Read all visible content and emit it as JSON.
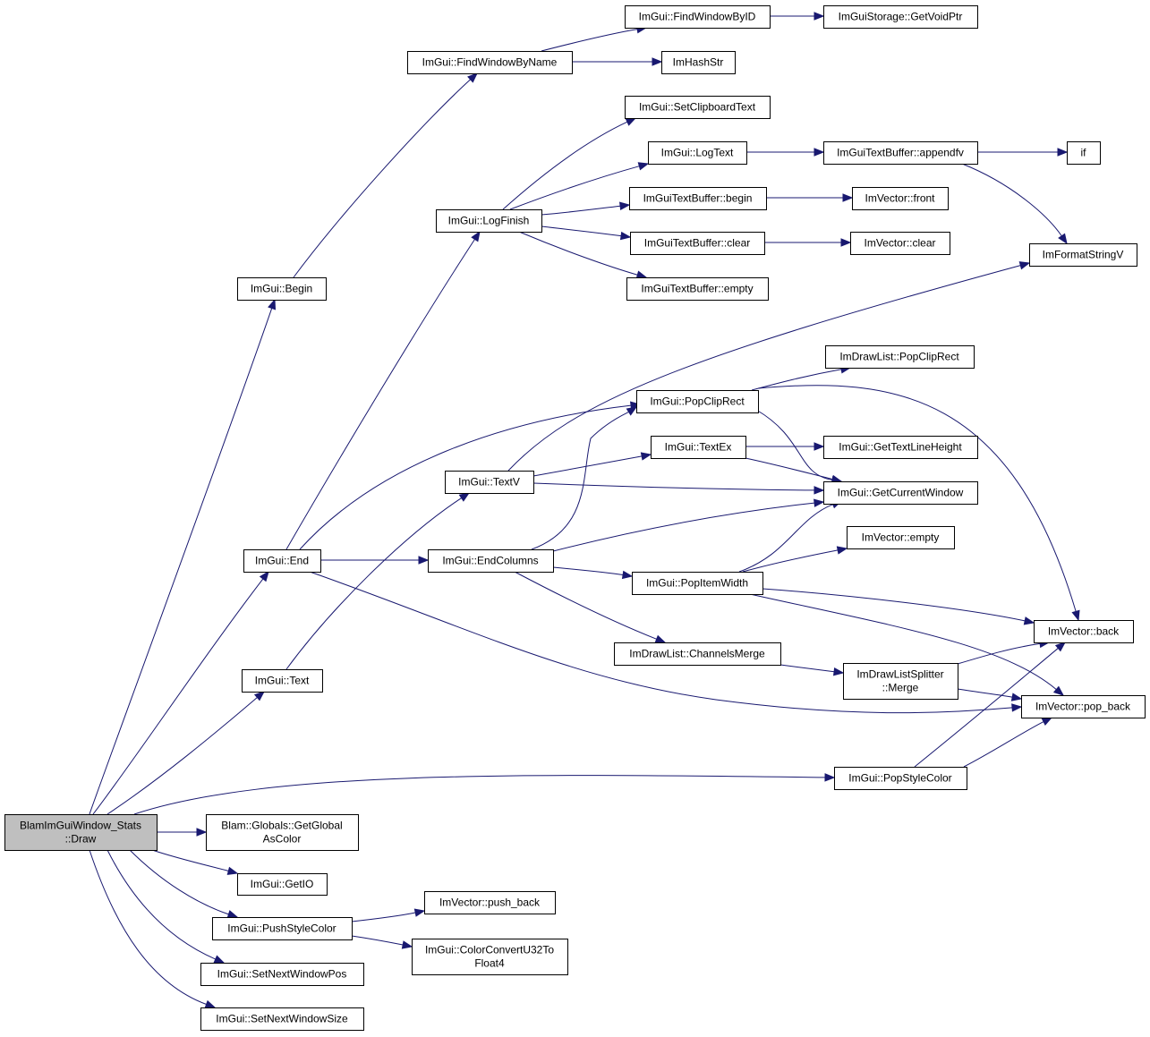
{
  "nodes": [
    {
      "id": "root",
      "lines": [
        "BlamImGuiWindow_Stats",
        "::Draw"
      ],
      "root": true
    },
    {
      "id": "GetGlobalAsColor",
      "lines": [
        "Blam::Globals::GetGlobal",
        "AsColor"
      ]
    },
    {
      "id": "GetIO",
      "lines": [
        "ImGui::GetIO"
      ]
    },
    {
      "id": "PushStyleColor",
      "lines": [
        "ImGui::PushStyleColor"
      ]
    },
    {
      "id": "SetNextWindowPos",
      "lines": [
        "ImGui::SetNextWindowPos"
      ]
    },
    {
      "id": "SetNextWindowSize",
      "lines": [
        "ImGui::SetNextWindowSize"
      ]
    },
    {
      "id": "push_back",
      "lines": [
        "ImVector::push_back"
      ]
    },
    {
      "id": "ColorConvert",
      "lines": [
        "ImGui::ColorConvertU32To",
        "Float4"
      ]
    },
    {
      "id": "Begin",
      "lines": [
        "ImGui::Begin"
      ]
    },
    {
      "id": "End",
      "lines": [
        "ImGui::End"
      ]
    },
    {
      "id": "Text",
      "lines": [
        "ImGui::Text"
      ]
    },
    {
      "id": "FindWindowByName",
      "lines": [
        "ImGui::FindWindowByName"
      ]
    },
    {
      "id": "FindWindowByID",
      "lines": [
        "ImGui::FindWindowByID"
      ]
    },
    {
      "id": "GetVoidPtr",
      "lines": [
        "ImGuiStorage::GetVoidPtr"
      ]
    },
    {
      "id": "ImHashStr",
      "lines": [
        "ImHashStr"
      ]
    },
    {
      "id": "SetClipboardText",
      "lines": [
        "ImGui::SetClipboardText"
      ]
    },
    {
      "id": "LogText",
      "lines": [
        "ImGui::LogText"
      ]
    },
    {
      "id": "appendfv",
      "lines": [
        "ImGuiTextBuffer::appendfv"
      ]
    },
    {
      "id": "if",
      "lines": [
        "if"
      ]
    },
    {
      "id": "LogFinish",
      "lines": [
        "ImGui::LogFinish"
      ]
    },
    {
      "id": "TBbegin",
      "lines": [
        "ImGuiTextBuffer::begin"
      ]
    },
    {
      "id": "front",
      "lines": [
        "ImVector::front"
      ]
    },
    {
      "id": "TBclear",
      "lines": [
        "ImGuiTextBuffer::clear"
      ]
    },
    {
      "id": "Vclear",
      "lines": [
        "ImVector::clear"
      ]
    },
    {
      "id": "TBempty",
      "lines": [
        "ImGuiTextBuffer::empty"
      ]
    },
    {
      "id": "ImFormatStringV",
      "lines": [
        "ImFormatStringV"
      ]
    },
    {
      "id": "DLPopClipRect",
      "lines": [
        "ImDrawList::PopClipRect"
      ]
    },
    {
      "id": "PopClipRect",
      "lines": [
        "ImGui::PopClipRect"
      ]
    },
    {
      "id": "TextEx",
      "lines": [
        "ImGui::TextEx"
      ]
    },
    {
      "id": "GetTextLineHeight",
      "lines": [
        "ImGui::GetTextLineHeight"
      ]
    },
    {
      "id": "TextV",
      "lines": [
        "ImGui::TextV"
      ]
    },
    {
      "id": "GetCurrentWindow",
      "lines": [
        "ImGui::GetCurrentWindow"
      ]
    },
    {
      "id": "Vempty",
      "lines": [
        "ImVector::empty"
      ]
    },
    {
      "id": "EndColumns",
      "lines": [
        "ImGui::EndColumns"
      ]
    },
    {
      "id": "PopItemWidth",
      "lines": [
        "ImGui::PopItemWidth"
      ]
    },
    {
      "id": "back",
      "lines": [
        "ImVector::back"
      ]
    },
    {
      "id": "ChannelsMerge",
      "lines": [
        "ImDrawList::ChannelsMerge"
      ]
    },
    {
      "id": "SplitterMerge",
      "lines": [
        "ImDrawListSplitter",
        "::Merge"
      ]
    },
    {
      "id": "pop_back",
      "lines": [
        "ImVector::pop_back"
      ]
    },
    {
      "id": "PopStyleColor",
      "lines": [
        "ImGui::PopStyleColor"
      ]
    }
  ],
  "edges": [
    [
      "root",
      "Begin"
    ],
    [
      "root",
      "End"
    ],
    [
      "root",
      "Text"
    ],
    [
      "root",
      "PopStyleColor"
    ],
    [
      "root",
      "GetGlobalAsColor"
    ],
    [
      "root",
      "GetIO"
    ],
    [
      "root",
      "PushStyleColor"
    ],
    [
      "root",
      "SetNextWindowPos"
    ],
    [
      "root",
      "SetNextWindowSize"
    ],
    [
      "PushStyleColor",
      "push_back"
    ],
    [
      "PushStyleColor",
      "ColorConvert"
    ],
    [
      "Begin",
      "FindWindowByName"
    ],
    [
      "FindWindowByName",
      "FindWindowByID"
    ],
    [
      "FindWindowByName",
      "ImHashStr"
    ],
    [
      "FindWindowByID",
      "GetVoidPtr"
    ],
    [
      "End",
      "LogFinish"
    ],
    [
      "End",
      "PopClipRect"
    ],
    [
      "End",
      "EndColumns"
    ],
    [
      "End",
      "pop_back"
    ],
    [
      "LogFinish",
      "SetClipboardText"
    ],
    [
      "LogFinish",
      "LogText"
    ],
    [
      "LogFinish",
      "TBbegin"
    ],
    [
      "LogFinish",
      "TBclear"
    ],
    [
      "LogFinish",
      "TBempty"
    ],
    [
      "LogText",
      "appendfv"
    ],
    [
      "appendfv",
      "if"
    ],
    [
      "appendfv",
      "ImFormatStringV"
    ],
    [
      "TBbegin",
      "front"
    ],
    [
      "TBclear",
      "Vclear"
    ],
    [
      "Text",
      "TextV"
    ],
    [
      "TextV",
      "ImFormatStringV"
    ],
    [
      "TextV",
      "TextEx"
    ],
    [
      "TextV",
      "GetCurrentWindow"
    ],
    [
      "PopClipRect",
      "DLPopClipRect"
    ],
    [
      "PopClipRect",
      "GetCurrentWindow"
    ],
    [
      "PopClipRect",
      "back"
    ],
    [
      "TextEx",
      "GetTextLineHeight"
    ],
    [
      "TextEx",
      "GetCurrentWindow"
    ],
    [
      "EndColumns",
      "PopClipRect"
    ],
    [
      "EndColumns",
      "GetCurrentWindow"
    ],
    [
      "EndColumns",
      "PopItemWidth"
    ],
    [
      "EndColumns",
      "ChannelsMerge"
    ],
    [
      "PopItemWidth",
      "GetCurrentWindow"
    ],
    [
      "PopItemWidth",
      "Vempty"
    ],
    [
      "PopItemWidth",
      "back"
    ],
    [
      "PopItemWidth",
      "pop_back"
    ],
    [
      "ChannelsMerge",
      "SplitterMerge"
    ],
    [
      "SplitterMerge",
      "back"
    ],
    [
      "SplitterMerge",
      "pop_back"
    ],
    [
      "PopStyleColor",
      "back"
    ],
    [
      "PopStyleColor",
      "pop_back"
    ]
  ]
}
